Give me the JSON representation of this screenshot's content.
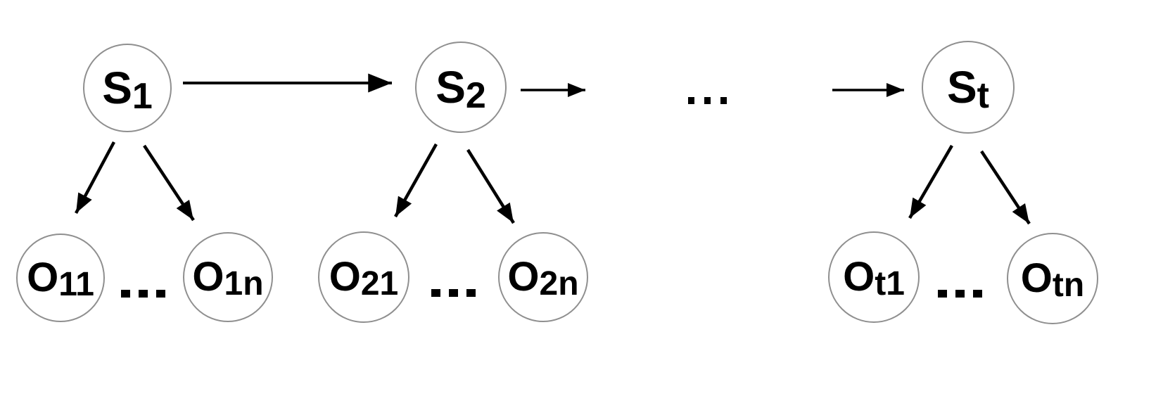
{
  "diagram": {
    "type": "graph",
    "colors": {
      "node_border": "#8f8f8f",
      "arrow": "#000000",
      "label": "#000000",
      "background": "#ffffff"
    },
    "state_nodes": [
      {
        "id": "s1",
        "base": "S",
        "sub": "1"
      },
      {
        "id": "s2",
        "base": "S",
        "sub": "2"
      },
      {
        "id": "st",
        "base": "S",
        "sub": "t"
      }
    ],
    "observation_nodes": [
      {
        "id": "o11",
        "base": "O",
        "sub": "11"
      },
      {
        "id": "o1n",
        "base": "O",
        "sub": "1n"
      },
      {
        "id": "o21",
        "base": "O",
        "sub": "21"
      },
      {
        "id": "o2n",
        "base": "O",
        "sub": "2n"
      },
      {
        "id": "ot1",
        "base": "O",
        "sub": "t1"
      },
      {
        "id": "otn",
        "base": "O",
        "sub": "tn"
      }
    ],
    "ellipsis": "...",
    "edges": [
      {
        "from": "s1",
        "to": "s2",
        "kind": "transition"
      },
      {
        "from": "s2",
        "to": "ellipsis",
        "kind": "transition"
      },
      {
        "from": "ellipsis",
        "to": "st",
        "kind": "transition"
      },
      {
        "from": "s1",
        "to": "o11",
        "kind": "emission"
      },
      {
        "from": "s1",
        "to": "o1n",
        "kind": "emission"
      },
      {
        "from": "s2",
        "to": "o21",
        "kind": "emission"
      },
      {
        "from": "s2",
        "to": "o2n",
        "kind": "emission"
      },
      {
        "from": "st",
        "to": "ot1",
        "kind": "emission"
      },
      {
        "from": "st",
        "to": "otn",
        "kind": "emission"
      }
    ]
  }
}
